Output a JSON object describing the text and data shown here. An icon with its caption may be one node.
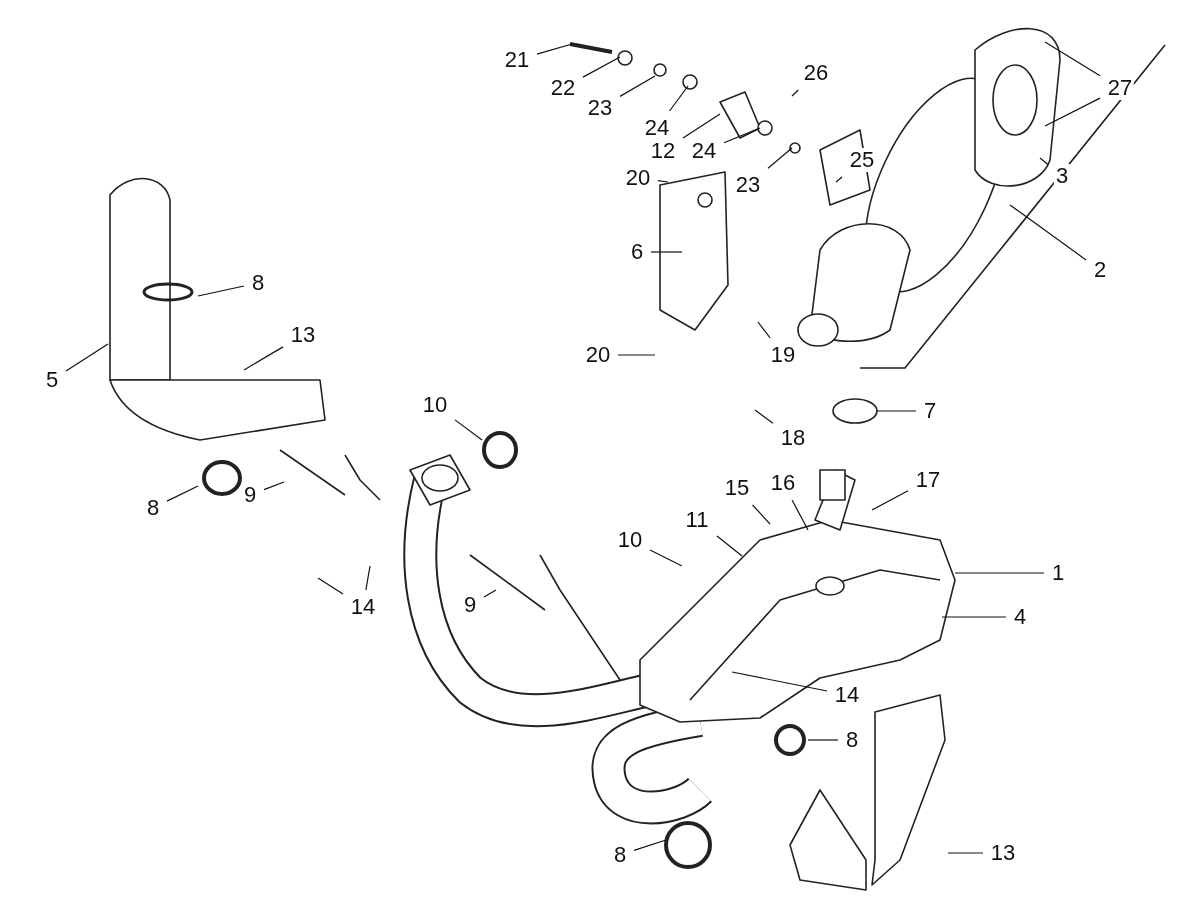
{
  "diagram": {
    "nodes": [
      {
        "text": [
          "21"
        ]
      },
      {
        "text": [
          "22"
        ]
      },
      {
        "text": [
          "23"
        ]
      },
      {
        "text": [
          "24"
        ]
      },
      {
        "text": [
          "26"
        ]
      },
      {
        "text": [
          "27"
        ]
      },
      {
        "text": [
          "12"
        ]
      },
      {
        "text": [
          "24"
        ]
      },
      {
        "text": [
          "23"
        ]
      },
      {
        "text": [
          "20"
        ]
      },
      {
        "text": [
          "25"
        ]
      },
      {
        "text": [
          "3"
        ]
      },
      {
        "text": [
          "2"
        ]
      },
      {
        "text": [
          "6"
        ]
      },
      {
        "text": [
          "8"
        ]
      },
      {
        "text": [
          "13"
        ]
      },
      {
        "text": [
          "5"
        ]
      },
      {
        "text": [
          "20"
        ]
      },
      {
        "text": [
          "19"
        ]
      },
      {
        "text": [
          "18"
        ]
      },
      {
        "text": [
          "7"
        ]
      },
      {
        "text": [
          "10"
        ]
      },
      {
        "text": [
          "9"
        ]
      },
      {
        "text": [
          "8"
        ]
      },
      {
        "text": [
          "14"
        ]
      },
      {
        "text": [
          "15"
        ]
      },
      {
        "text": [
          "16"
        ]
      },
      {
        "text": [
          "17"
        ]
      },
      {
        "text": [
          "11"
        ]
      },
      {
        "text": [
          "10"
        ]
      },
      {
        "text": [
          "9"
        ]
      },
      {
        "text": [
          "1"
        ]
      },
      {
        "text": [
          "14"
        ]
      },
      {
        "text": [
          "8"
        ]
      },
      {
        "text": [
          "4"
        ]
      },
      {
        "text": [
          "8"
        ]
      },
      {
        "text": [
          "13"
        ]
      }
    ],
    "edges": [
      {
        "from": 0,
        "to": null,
        "arrow": "none"
      },
      {
        "from": 1,
        "to": null,
        "arrow": "none"
      },
      {
        "from": 2,
        "to": null,
        "arrow": "none"
      },
      {
        "from": 3,
        "to": null,
        "arrow": "none"
      },
      {
        "from": 4,
        "to": null,
        "arrow": "none"
      },
      {
        "from": 5,
        "to": null,
        "arrow": "none"
      },
      {
        "from": 5,
        "to": null,
        "arrow": "none"
      },
      {
        "from": 6,
        "to": null,
        "arrow": "none"
      },
      {
        "from": 7,
        "to": null,
        "arrow": "none"
      },
      {
        "from": 8,
        "to": null,
        "arrow": "none"
      },
      {
        "from": 9,
        "to": null,
        "arrow": "none"
      },
      {
        "from": 10,
        "to": null,
        "arrow": "none"
      },
      {
        "from": 11,
        "to": null,
        "arrow": "none"
      },
      {
        "from": 12,
        "to": null,
        "arrow": "none"
      },
      {
        "from": 13,
        "to": null,
        "arrow": "none"
      },
      {
        "from": 14,
        "to": null,
        "arrow": "none"
      },
      {
        "from": 15,
        "to": null,
        "arrow": "none"
      },
      {
        "from": 16,
        "to": null,
        "arrow": "none"
      },
      {
        "from": 17,
        "to": null,
        "arrow": "none"
      },
      {
        "from": 18,
        "to": null,
        "arrow": "none"
      },
      {
        "from": 19,
        "to": null,
        "arrow": "none"
      },
      {
        "from": 20,
        "to": null,
        "arrow": "none"
      },
      {
        "from": 21,
        "to": null,
        "arrow": "none"
      },
      {
        "from": 22,
        "to": null,
        "arrow": "none"
      },
      {
        "from": 23,
        "to": null,
        "arrow": "none"
      },
      {
        "from": 24,
        "to": null,
        "arrow": "none"
      },
      {
        "from": 24,
        "to": null,
        "arrow": "none"
      },
      {
        "from": 25,
        "to": null,
        "arrow": "none"
      },
      {
        "from": 26,
        "to": null,
        "arrow": "none"
      },
      {
        "from": 27,
        "to": null,
        "arrow": "none"
      },
      {
        "from": 28,
        "to": null,
        "arrow": "none"
      },
      {
        "from": 29,
        "to": null,
        "arrow": "none"
      },
      {
        "from": 30,
        "to": null,
        "arrow": "none"
      },
      {
        "from": 31,
        "to": null,
        "arrow": "none"
      },
      {
        "from": 32,
        "to": null,
        "arrow": "none"
      },
      {
        "from": 33,
        "to": null,
        "arrow": "none"
      },
      {
        "from": 34,
        "to": null,
        "arrow": "none"
      },
      {
        "from": 35,
        "to": null,
        "arrow": "none"
      },
      {
        "from": 36,
        "to": null,
        "arrow": "none"
      }
    ]
  }
}
